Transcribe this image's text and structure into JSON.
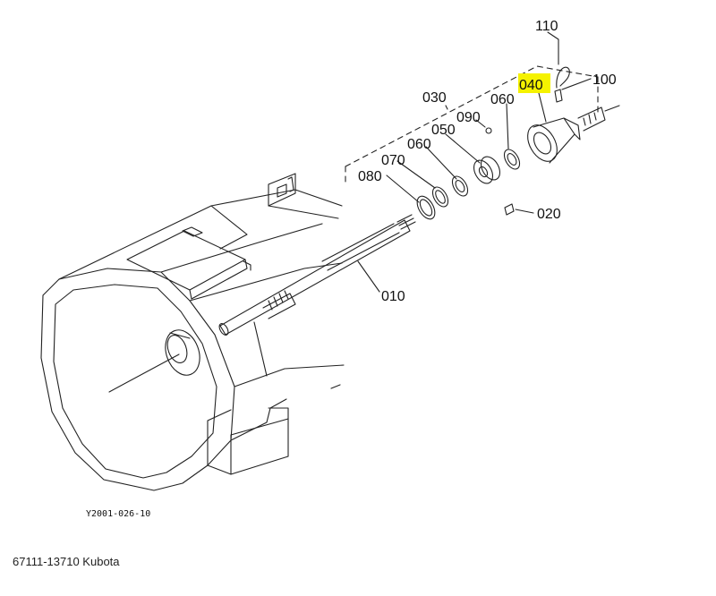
{
  "highlight_color": "#f5f200",
  "line_color": "#222222",
  "parts": [
    {
      "label": "110"
    },
    {
      "label": "040",
      "highlighted": true
    },
    {
      "label": "100"
    },
    {
      "label": "030"
    },
    {
      "label": "060"
    },
    {
      "label": "090"
    },
    {
      "label": "050"
    },
    {
      "label": "060"
    },
    {
      "label": "070"
    },
    {
      "label": "080"
    },
    {
      "label": "020"
    },
    {
      "label": "010"
    }
  ],
  "drawing_code": "Y2001-026-10",
  "caption": "67111-13710 Kubota"
}
